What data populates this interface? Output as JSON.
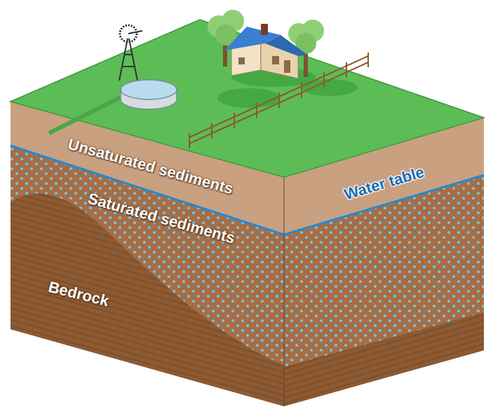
{
  "diagram": {
    "labels": [
      "Unsaturated sediments",
      "Saturated sediments",
      "Bedrock",
      "Water table"
    ]
  }
}
